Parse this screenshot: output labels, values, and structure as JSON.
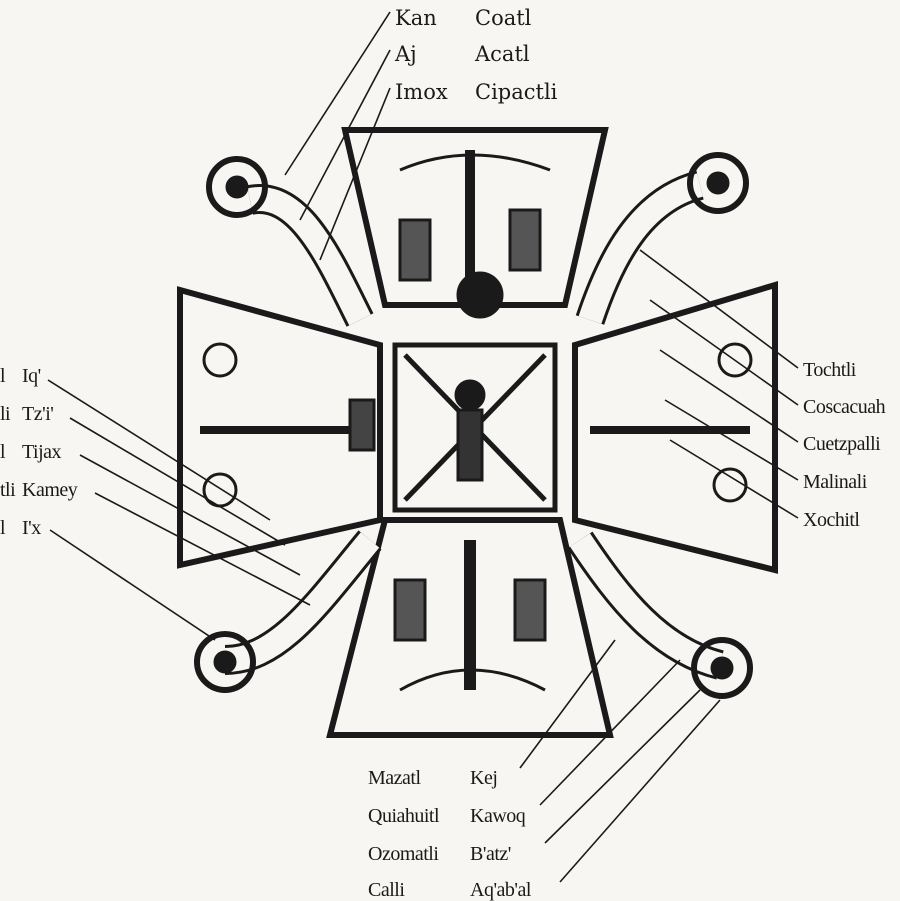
{
  "labels": {
    "top": [
      {
        "maya": "Kan",
        "nahuatl": "Coatl"
      },
      {
        "maya": "Aj",
        "nahuatl": "Acatl"
      },
      {
        "maya": "Imox",
        "nahuatl": "Cipactli"
      }
    ],
    "right": [
      "Tochtli",
      "Coscacuah",
      "Cuetzpalli",
      "Malinali",
      "Xochitl"
    ],
    "left": [
      {
        "nahuatl": "l",
        "maya": "Iq'"
      },
      {
        "nahuatl": "li",
        "maya": "Tz'i'"
      },
      {
        "nahuatl": "l",
        "maya": "Tijax"
      },
      {
        "nahuatl": "tli",
        "maya": "Kamey"
      },
      {
        "nahuatl": "l",
        "maya": "I'x"
      }
    ],
    "bottom": [
      {
        "nahuatl": "Mazatl",
        "maya": "Kej"
      },
      {
        "nahuatl": "Quiahuitl",
        "maya": "Kawoq"
      },
      {
        "nahuatl": "Ozomatli",
        "maya": "B'atz'"
      },
      {
        "nahuatl": "Calli",
        "maya": "Aq'ab'al"
      }
    ]
  }
}
